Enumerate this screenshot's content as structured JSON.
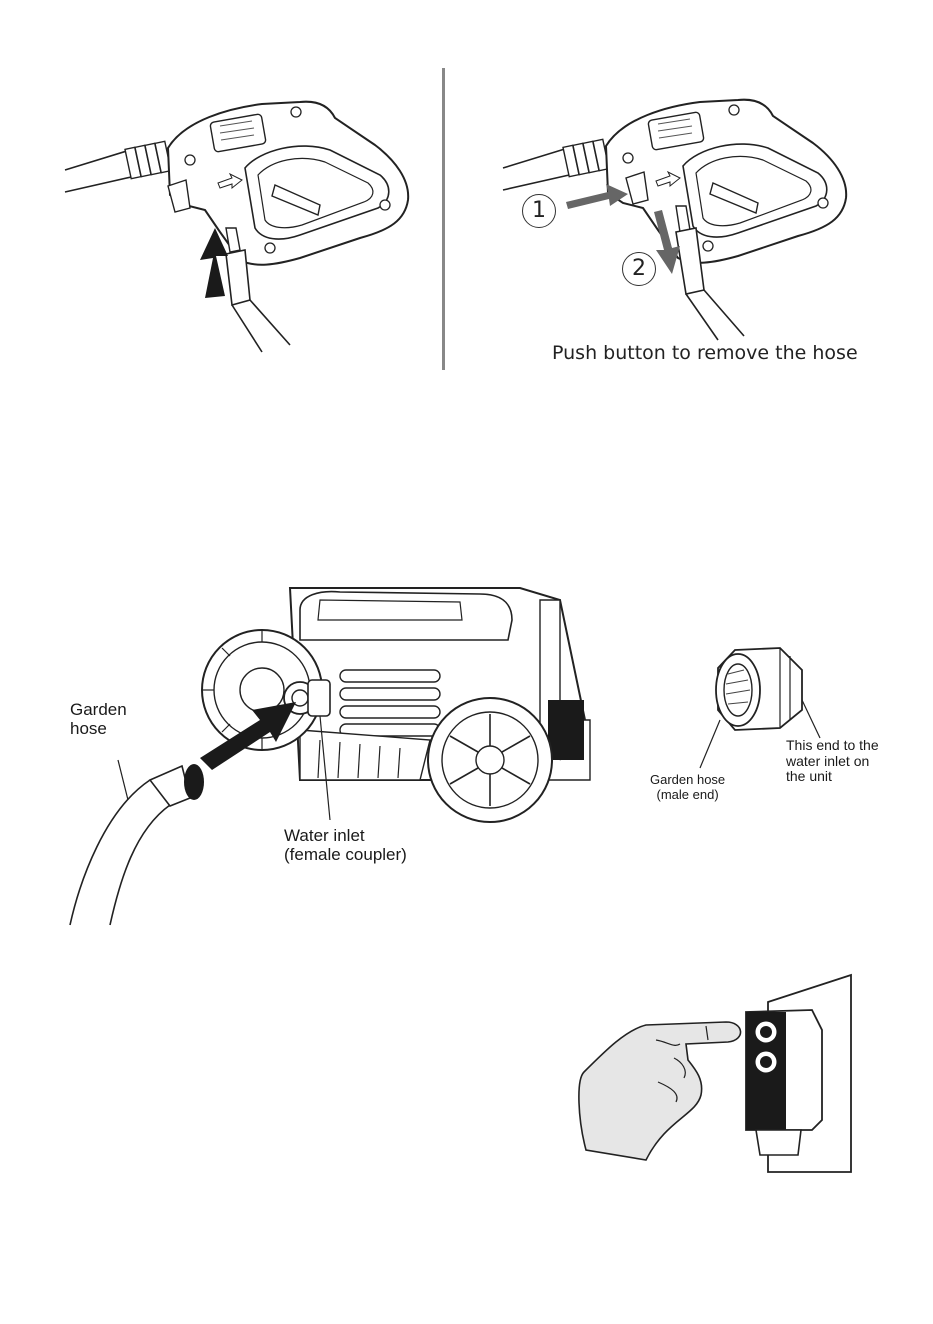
{
  "panel_top": {
    "caption": "Push button to remove the hose",
    "steps": [
      "1",
      "2"
    ]
  },
  "panel_middle": {
    "garden_hose_label": "Garden\nhose",
    "water_inlet_label": "Water inlet\n(female coupler)",
    "coupler_male_label": "Garden hose\n(male end)",
    "coupler_unit_label": "This end to the\nwater inlet on\nthe unit"
  },
  "colors": {
    "line": "#222222",
    "arrow": "#1a1a1a",
    "arrow_grey": "#666666",
    "hand_fill": "#e6e6e6"
  }
}
